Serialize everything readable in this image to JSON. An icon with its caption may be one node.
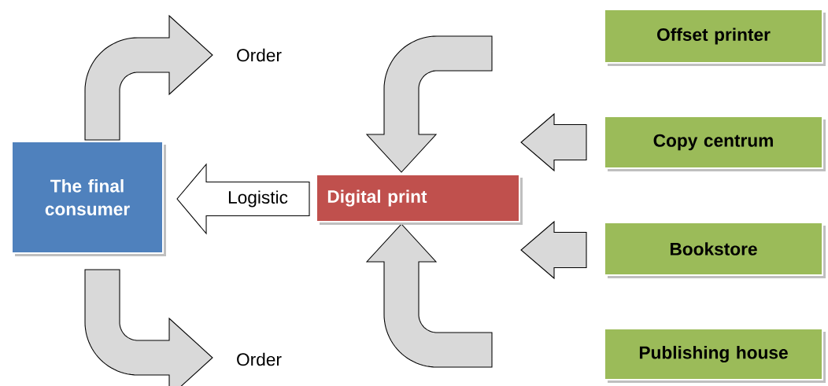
{
  "diagram": {
    "nodes": [
      {
        "text": [
          "The final consumer"
        ]
      },
      {
        "text": [
          "Order"
        ]
      },
      {
        "text": [
          "Order"
        ]
      },
      {
        "text": [
          "Digital print"
        ]
      },
      {
        "text": [
          "Offset printer"
        ]
      },
      {
        "text": [
          "Copy centrum"
        ]
      },
      {
        "text": [
          "Bookstore"
        ]
      },
      {
        "text": [
          "Publishing house"
        ]
      }
    ],
    "edges": [
      {
        "from": 0,
        "to": 1,
        "arrow": "to"
      },
      {
        "from": 0,
        "to": 2,
        "arrow": "to"
      },
      {
        "from": 3,
        "to": 0,
        "arrow": "to",
        "label": "Logistic"
      },
      {
        "from": null,
        "to": 3,
        "arrow": "to"
      },
      {
        "from": 5,
        "to": 3,
        "arrow": "to"
      },
      {
        "from": 6,
        "to": 3,
        "arrow": "to"
      },
      {
        "from": null,
        "to": 3,
        "arrow": "to"
      }
    ]
  }
}
